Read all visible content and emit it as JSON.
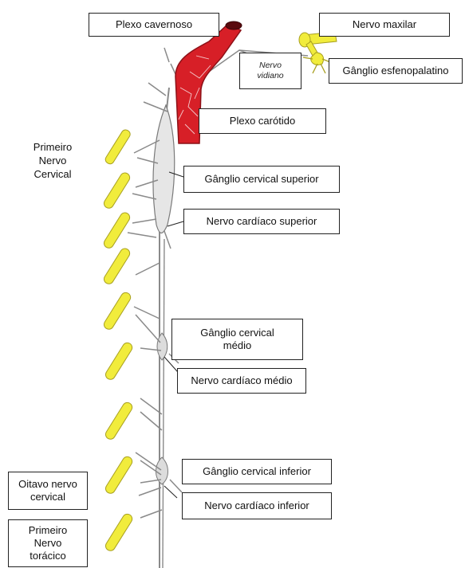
{
  "labels": {
    "plexo_cavernoso": "Plexo cavernoso",
    "nervo_maxilar": "Nervo maxilar",
    "nervo_vidiano": "Nervo\nvidiano",
    "ganglio_esfenopalatino": "Gânglio esfenopalatino",
    "plexo_carotido": "Plexo carótido",
    "primeiro_nervo_cervical": "Primeiro\nNervo\nCervical",
    "ganglio_cervical_superior": "Gânglio cervical superior",
    "nervo_cardiaco_superior": "Nervo  cardíaco superior",
    "ganglio_cervical_medio": "Gânglio cervical\nmédio",
    "nervo_cardiaco_medio": "Nervo cardíaco médio",
    "ganglio_cervical_inferior": "Gânglio cervical inferior",
    "oitavo_nervo_cervical": "Oitavo nervo\ncervical",
    "nervo_cardiaco_inferior": "Nervo  cardíaco inferior",
    "primeiro_nervo_toracico": "Primeiro\nNervo\ntorácico"
  },
  "colors": {
    "nerve_root": "#f1ec3c",
    "artery": "#d71f27",
    "sympathetic_trunk": "#8a8a8a",
    "label_border": "#222222"
  }
}
